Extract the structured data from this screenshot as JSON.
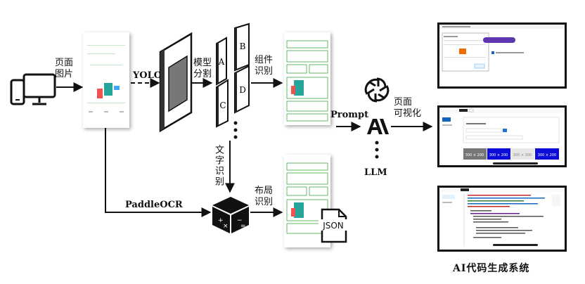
{
  "labels": {
    "page_image": [
      "页面",
      "图片"
    ],
    "yolo": "YOLO",
    "model_segment": [
      "模型",
      "分割"
    ],
    "component_recognition": [
      "组件",
      "识别"
    ],
    "text_recognition": "文字识别",
    "layout_recognition": [
      "布局",
      "识别"
    ],
    "paddleocr": "PaddleOCR",
    "prompt": "Prompt",
    "llm": "LLM",
    "page_visualize": [
      "页面",
      "可视化"
    ],
    "json": "JSON",
    "system_title": "AI代码生成系统"
  },
  "components": [
    "A",
    "B",
    "C",
    "D"
  ],
  "preview_tiles": [
    "300 × 200",
    "300 × 200",
    "300 × 200",
    "300 × 200"
  ]
}
